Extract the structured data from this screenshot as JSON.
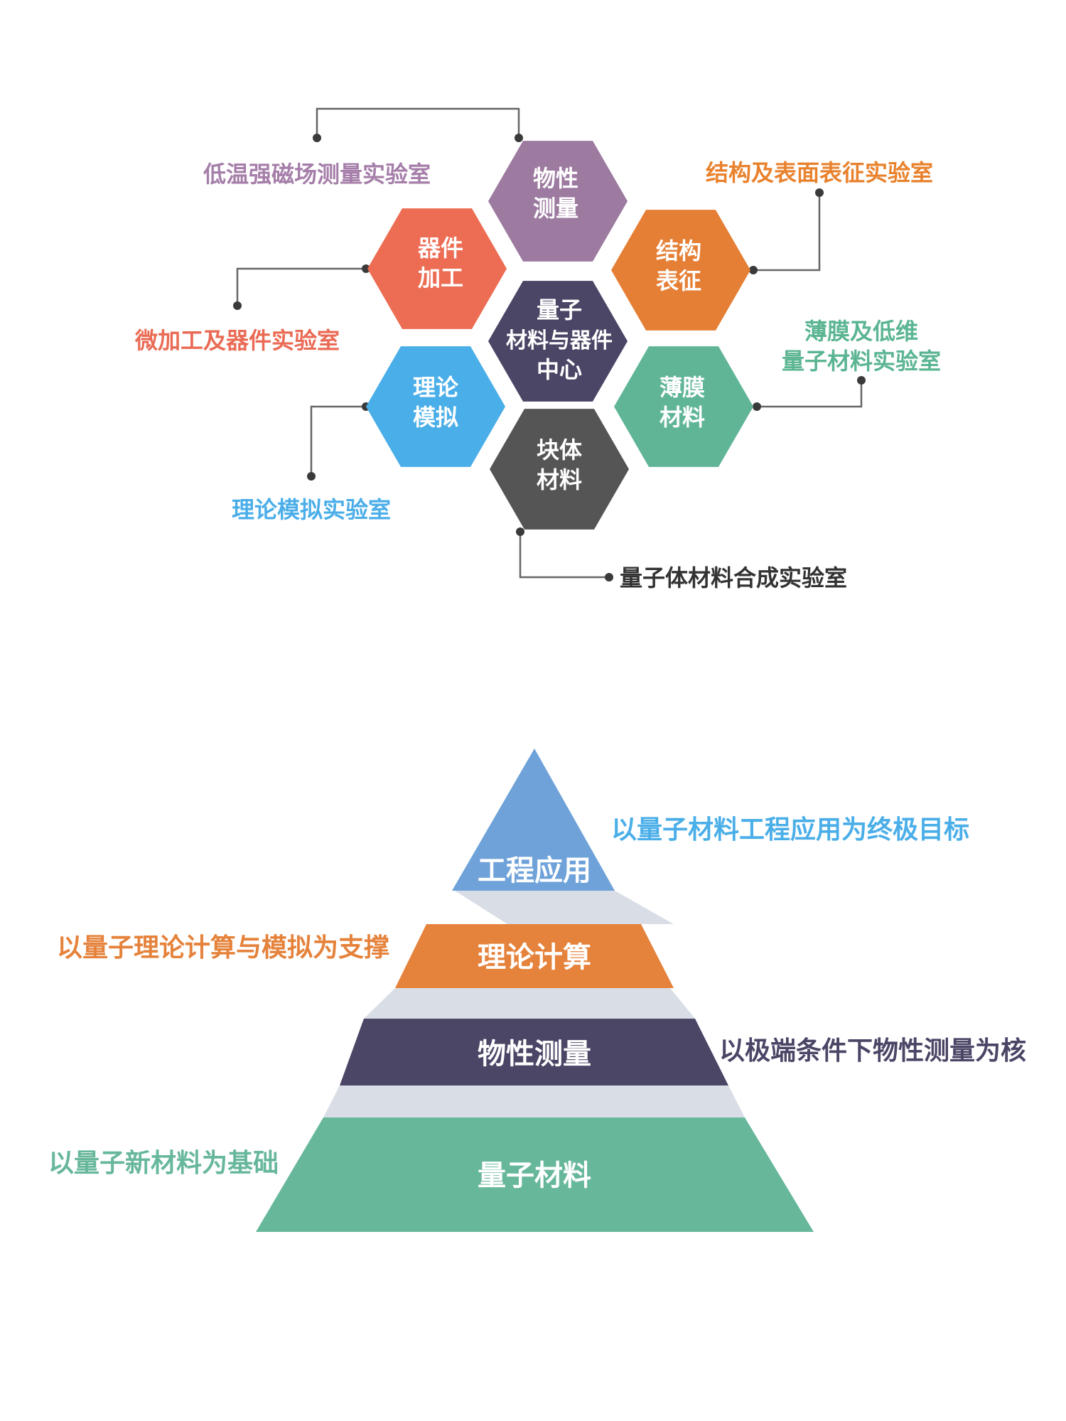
{
  "colors": {
    "measure": "#9d7aa0",
    "device": "#ed6d54",
    "structure": "#e57f35",
    "center": "#4b4566",
    "theory": "#4aaee8",
    "film": "#60b597",
    "bulk": "#555555",
    "pyr_top": "#6ea2d9",
    "pyr_theory": "#e5823b",
    "pyr_measure": "#4b4566",
    "pyr_base": "#67b79b",
    "connector": "#d9dde6",
    "lab_measure": "#a57ea9",
    "lab_device": "#ea6b55",
    "lab_structure": "#e9822d",
    "lab_theory": "#4baee9",
    "lab_film": "#5bb592",
    "lab_bulk": "#333333",
    "pyr_label_top": "#4aaee8",
    "pyr_label_theory": "#e5823b",
    "pyr_label_measure": "#4b4566",
    "pyr_label_base": "#67b79b"
  },
  "hexagons": {
    "center": {
      "line1": "量子",
      "line2": "材料与器件",
      "line3": "中心"
    },
    "measure": {
      "line1": "物性",
      "line2": "测量"
    },
    "device": {
      "line1": "器件",
      "line2": "加工"
    },
    "structure": {
      "line1": "结构",
      "line2": "表征"
    },
    "theory": {
      "line1": "理论",
      "line2": "模拟"
    },
    "film": {
      "line1": "薄膜",
      "line2": "材料"
    },
    "bulk": {
      "line1": "块体",
      "line2": "材料"
    }
  },
  "labs": {
    "measure": "低温强磁场测量实验室",
    "structure": "结构及表面表征实验室",
    "device": "微加工及器件实验室",
    "film_line1": "薄膜及低维",
    "film_line2": "量子材料实验室",
    "theory": "理论模拟实验室",
    "bulk": "量子体材料合成实验室"
  },
  "pyramid": {
    "top": "工程应用",
    "theory": "理论计算",
    "measure": "物性测量",
    "base": "量子材料",
    "note_top": "以量子材料工程应用为终极目标",
    "note_theory": "以量子理论计算与模拟为支撑",
    "note_measure": "以极端条件下物性测量为核",
    "note_base": "以量子新材料为基础"
  }
}
